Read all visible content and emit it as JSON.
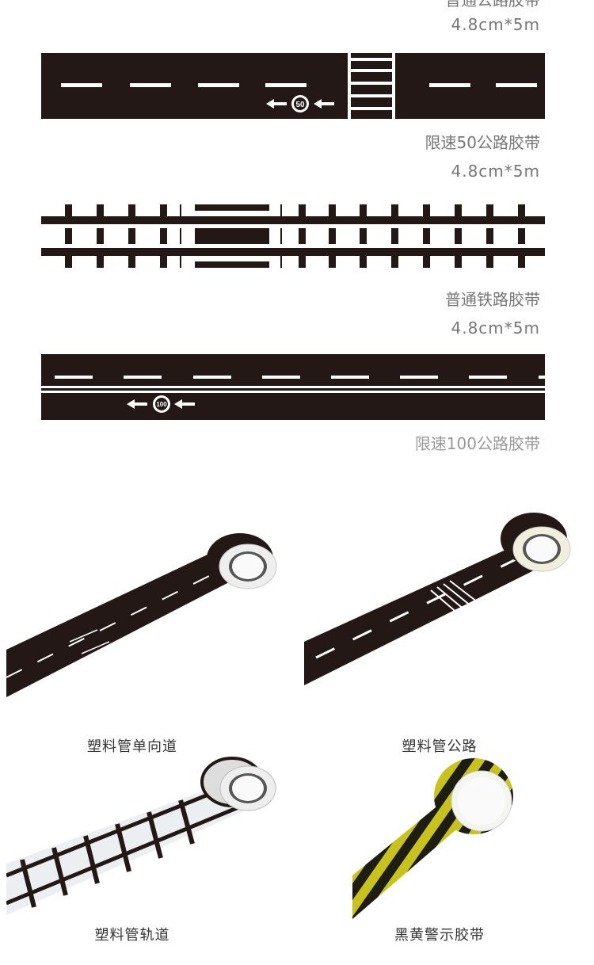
{
  "tapes": [
    {
      "name": "普通公路胶带",
      "size": "4.8cm*5m"
    },
    {
      "name": "限速50公路胶带",
      "size": "4.8cm*5m",
      "speed_sign": "50"
    },
    {
      "name": "普通铁路胶带",
      "size": "4.8cm*5m"
    },
    {
      "name": "限速100公路胶带",
      "speed_sign": "100"
    }
  ],
  "products": [
    {
      "caption": "塑料管单向道"
    },
    {
      "caption": "塑料管公路"
    },
    {
      "caption": "塑料管轨道"
    },
    {
      "caption": "黑黄警示胶带"
    }
  ],
  "colors": {
    "tape": "#231815",
    "text": "#777777",
    "warning_yellow": "#c8c21e"
  }
}
